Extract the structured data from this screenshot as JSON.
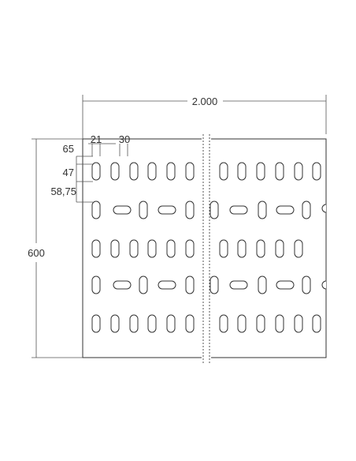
{
  "dimensions": {
    "total_length": "2.000",
    "height": "600",
    "slot_width": "21",
    "slot_spacing": "30",
    "top_offset": "65",
    "slot_height": "47",
    "row_offset": "58,75"
  },
  "colors": {
    "line": "#333333",
    "dimension": "#555555",
    "background": "#ffffff"
  }
}
